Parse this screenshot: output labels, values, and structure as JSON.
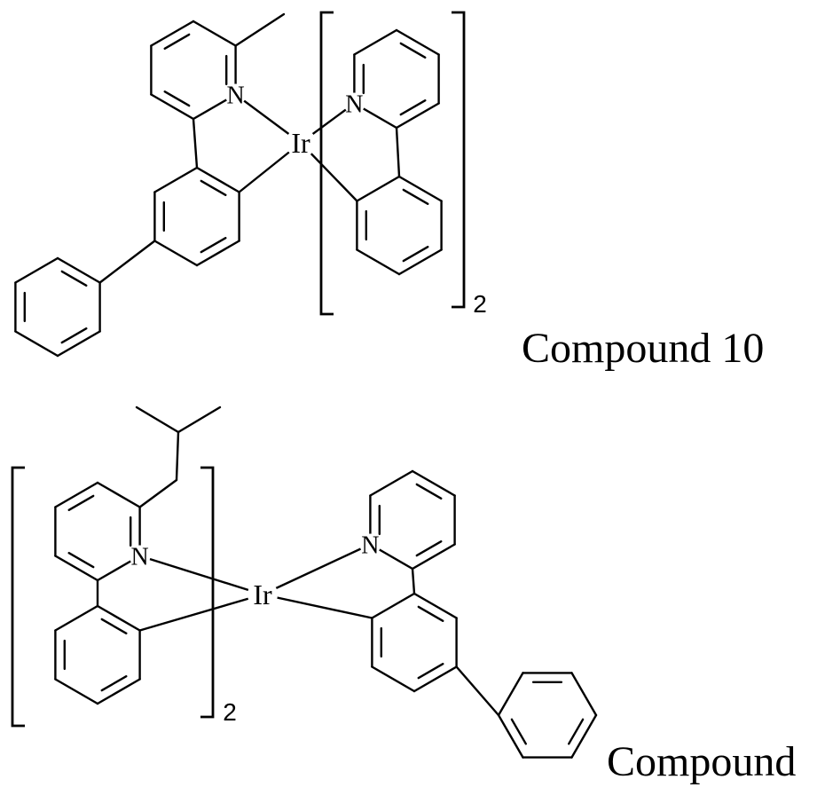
{
  "page": {
    "background": "#ffffff",
    "ink": "#000000"
  },
  "structures": [
    {
      "id": "compound-10",
      "caption": "Compound 10",
      "metal_label": "Ir",
      "nitrogen_label": "N",
      "bracket_subscript": "2"
    },
    {
      "id": "compound-bottom",
      "caption": "Compound",
      "metal_label": "Ir",
      "nitrogen_label": "N",
      "bracket_subscript": "2"
    }
  ]
}
